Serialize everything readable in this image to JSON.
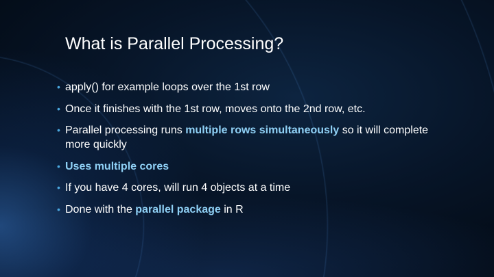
{
  "title": "What is Parallel Processing?",
  "bullets": [
    {
      "parts": [
        "apply() for example loops over the 1st row"
      ]
    },
    {
      "parts": [
        "Once it finishes with the 1st row, moves onto the 2nd row, etc."
      ]
    },
    {
      "parts": [
        "Parallel processing runs ",
        "multiple rows simultaneously",
        " so it will complete more quickly"
      ]
    },
    {
      "parts": [
        "Uses multiple cores"
      ]
    },
    {
      "parts": [
        "If you have 4 cores, will run 4 objects at a time"
      ]
    },
    {
      "parts": [
        "Done with the ",
        "parallel package",
        " in R"
      ]
    }
  ],
  "colors": {
    "highlight": "#8fd0f5",
    "bullet": "#4aa8e0",
    "background": "#071528"
  }
}
